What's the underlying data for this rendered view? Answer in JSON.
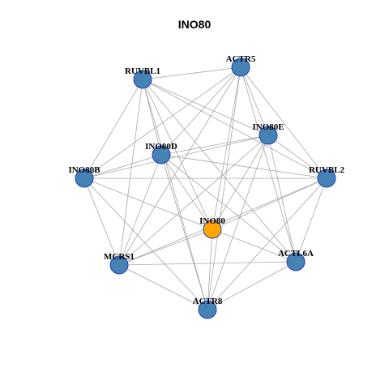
{
  "title": "INO80",
  "colors": {
    "node": "#4682b4",
    "focus": "#ffa500",
    "border": "#1f3fbf",
    "edge": "#a8a8a8"
  },
  "nodes": [
    {
      "id": "INO80",
      "label": "INO80",
      "focus": true
    },
    {
      "id": "ACTR5",
      "label": "ACTR5"
    },
    {
      "id": "RUVBL1",
      "label": "RUVBL1"
    },
    {
      "id": "INO80E",
      "label": "INO80E"
    },
    {
      "id": "INO80D",
      "label": "INO80D"
    },
    {
      "id": "INO80B",
      "label": "INO80B"
    },
    {
      "id": "RUVBL2",
      "label": "RUVBL2"
    },
    {
      "id": "MCRS1",
      "label": "MCRS1"
    },
    {
      "id": "ACTL6A",
      "label": "ACTL6A"
    },
    {
      "id": "ACTR8",
      "label": "ACTR8"
    }
  ],
  "edges": [
    [
      "INO80",
      "ACTR5"
    ],
    [
      "INO80",
      "RUVBL1"
    ],
    [
      "INO80",
      "INO80E"
    ],
    [
      "INO80",
      "INO80D"
    ],
    [
      "INO80",
      "INO80B"
    ],
    [
      "INO80",
      "RUVBL2"
    ],
    [
      "INO80",
      "MCRS1"
    ],
    [
      "INO80",
      "ACTL6A"
    ],
    [
      "INO80",
      "ACTR8"
    ],
    [
      "ACTR5",
      "RUVBL1"
    ],
    [
      "ACTR5",
      "INO80E"
    ],
    [
      "ACTR5",
      "INO80D"
    ],
    [
      "ACTR5",
      "INO80B"
    ],
    [
      "ACTR5",
      "RUVBL2"
    ],
    [
      "ACTR5",
      "MCRS1"
    ],
    [
      "ACTR5",
      "ACTL6A"
    ],
    [
      "ACTR5",
      "ACTR8"
    ],
    [
      "RUVBL1",
      "INO80E"
    ],
    [
      "RUVBL1",
      "INO80D"
    ],
    [
      "RUVBL1",
      "INO80B"
    ],
    [
      "RUVBL1",
      "RUVBL2"
    ],
    [
      "RUVBL1",
      "MCRS1"
    ],
    [
      "RUVBL1",
      "ACTL6A"
    ],
    [
      "RUVBL1",
      "ACTR8"
    ],
    [
      "INO80E",
      "INO80D"
    ],
    [
      "INO80E",
      "INO80B"
    ],
    [
      "INO80E",
      "RUVBL2"
    ],
    [
      "INO80E",
      "MCRS1"
    ],
    [
      "INO80E",
      "ACTL6A"
    ],
    [
      "INO80E",
      "ACTR8"
    ],
    [
      "INO80D",
      "INO80B"
    ],
    [
      "INO80D",
      "RUVBL2"
    ],
    [
      "INO80D",
      "MCRS1"
    ],
    [
      "INO80D",
      "ACTL6A"
    ],
    [
      "INO80D",
      "ACTR8"
    ],
    [
      "INO80B",
      "RUVBL2"
    ],
    [
      "INO80B",
      "MCRS1"
    ],
    [
      "INO80B",
      "ACTR8"
    ],
    [
      "RUVBL2",
      "MCRS1"
    ],
    [
      "RUVBL2",
      "ACTL6A"
    ],
    [
      "RUVBL2",
      "ACTR8"
    ],
    [
      "MCRS1",
      "ACTL6A"
    ],
    [
      "MCRS1",
      "ACTR8"
    ],
    [
      "ACTL6A",
      "ACTR8"
    ]
  ]
}
